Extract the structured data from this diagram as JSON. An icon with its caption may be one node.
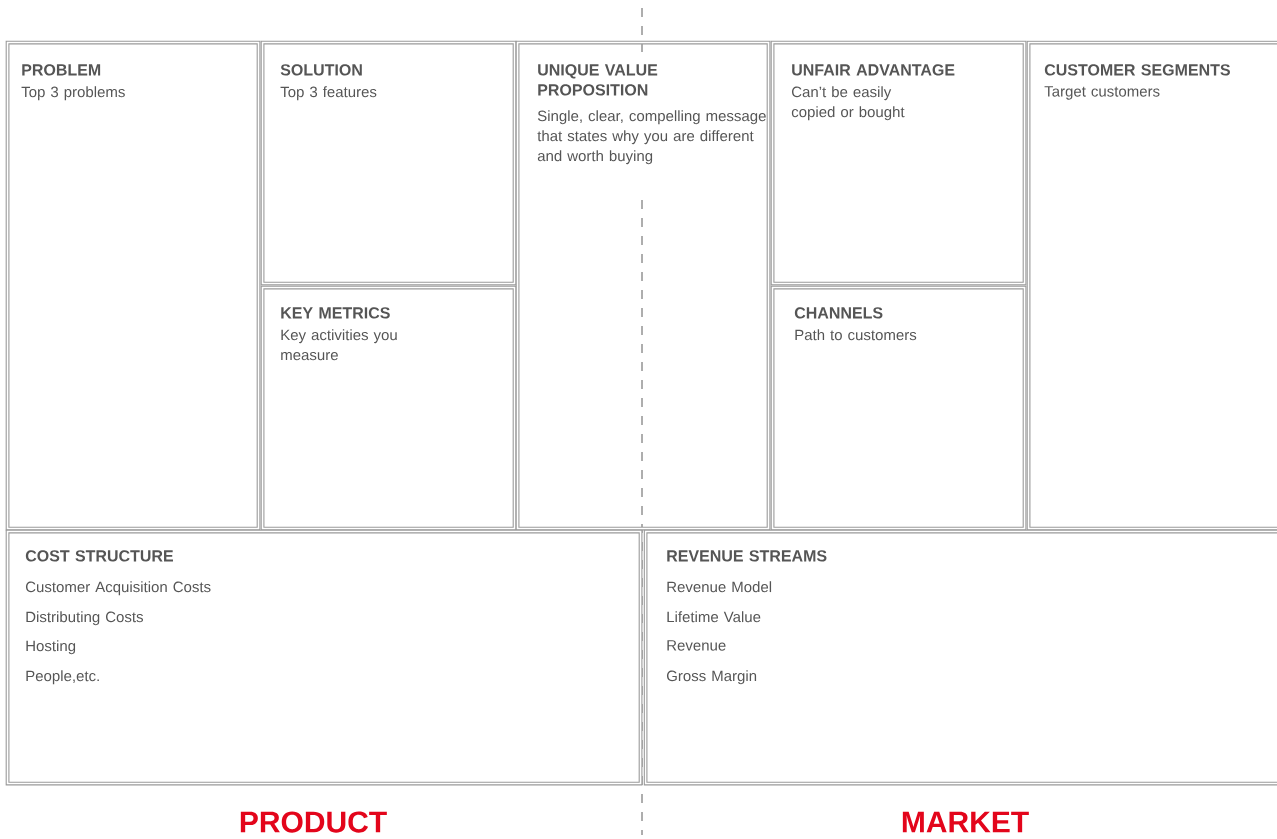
{
  "diagram": {
    "nodes": [
      {
        "text": [
          "PROBLEM",
          "Top 3 problems"
        ]
      },
      {
        "text": [
          "SOLUTION",
          "Top 3 features"
        ]
      },
      {
        "text": [
          "KEY METRICS",
          "Key activities you measure"
        ]
      },
      {
        "text": [
          "UNIQUE VALUE PROPOSITION",
          "Single, clear, compelling message that states why you are different and worth buying"
        ]
      },
      {
        "text": [
          "UNFAIR ADVANTAGE",
          "Can’t be easily copied or bought"
        ]
      },
      {
        "text": [
          "CHANNELS",
          "Path to customers"
        ]
      },
      {
        "text": [
          "CUSTOMER SEGMENTS",
          "Target customers"
        ]
      },
      {
        "text": [
          "COST STRUCTURE",
          "Customer Acquisition Costs",
          "Distributing Costs",
          "Hosting",
          "People,etc."
        ]
      },
      {
        "text": [
          "REVENUE STREAMS",
          "Revenue Model",
          "Lifetime Value",
          "Revenue",
          "Gross Margin"
        ]
      }
    ],
    "labels": [
      "PRODUCT",
      "MARKET"
    ]
  }
}
